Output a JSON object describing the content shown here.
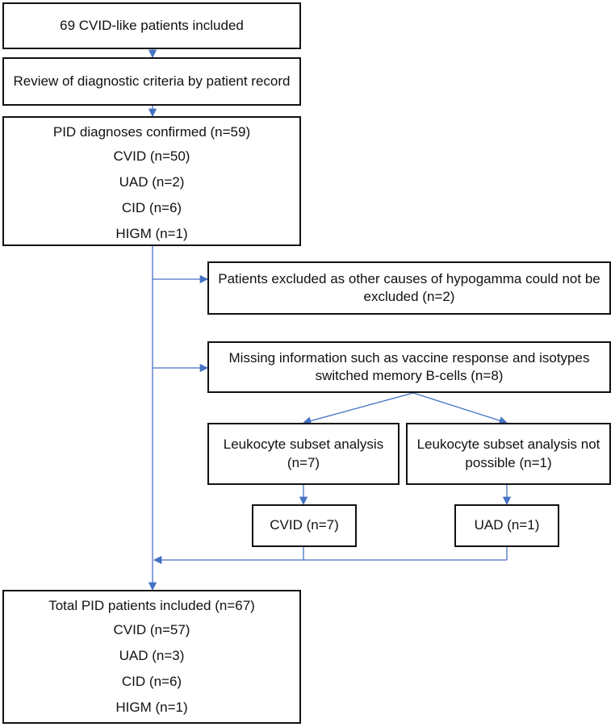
{
  "flowchart": {
    "start": "69 CVID-like patients included",
    "review": "Review of diagnostic criteria by patient record",
    "confirmed": {
      "header": "PID diagnoses confirmed (n=59)",
      "items": [
        "CVID (n=50)",
        "UAD (n=2)",
        "CID (n=6)",
        "HIGM (n=1)"
      ]
    },
    "excluded": "Patients excluded as other causes of hypogamma could not be excluded (n=2)",
    "missing": "Missing information such as vaccine response and isotypes switched memory B-cells (n=8)",
    "subset_analysis": "Leukocyte subset analysis (n=7)",
    "subset_not_possible": "Leukocyte subset analysis not possible (n=1)",
    "cvid_result": "CVID (n=7)",
    "uad_result": "UAD (n=1)",
    "total": {
      "header": "Total PID patients included (n=67)",
      "items": [
        "CVID (n=57)",
        "UAD (n=3)",
        "CID (n=6)",
        "HIGM (n=1)"
      ]
    }
  },
  "colors": {
    "arrow": "#4472c4",
    "border": "#111111"
  }
}
